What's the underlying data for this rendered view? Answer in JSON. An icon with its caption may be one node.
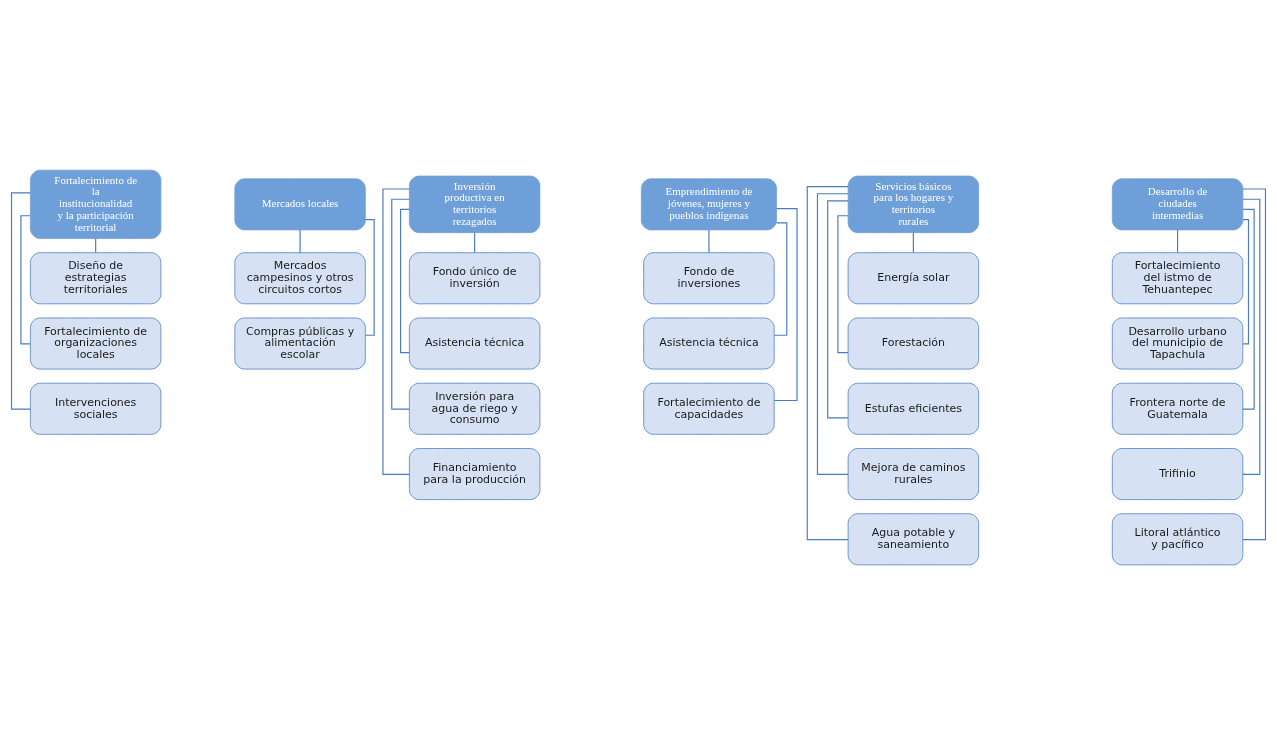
{
  "diagram": {
    "nodes": [
      {
        "text": [
          "Fortalecimiento de la institucionalidad y la participación territorial"
        ]
      },
      {
        "text": [
          "Diseño de estrategias territoriales"
        ]
      },
      {
        "text": [
          "Fortalecimiento de organizaciones locales"
        ]
      },
      {
        "text": [
          "Intervenciones sociales"
        ]
      },
      {
        "text": [
          "Mercados locales"
        ]
      },
      {
        "text": [
          "Mercados campesinos y otros circuitos cortos"
        ]
      },
      {
        "text": [
          "Compras públicas y alimentación escolar"
        ]
      },
      {
        "text": [
          "Inversión productiva en territorios rezagados"
        ]
      },
      {
        "text": [
          "Fondo único de inversión"
        ]
      },
      {
        "text": [
          "Asistencia técnica"
        ]
      },
      {
        "text": [
          "Inversión para agua de riego y consumo"
        ]
      },
      {
        "text": [
          "Financiamiento para la producción"
        ]
      },
      {
        "text": [
          "Emprendimiento de jóvenes, mujeres y pueblos indígenas"
        ]
      },
      {
        "text": [
          "Fondo de inversiones"
        ]
      },
      {
        "text": [
          "Asistencia técnica"
        ]
      },
      {
        "text": [
          "Fortalecimiento de capacidades"
        ]
      },
      {
        "text": [
          "Servicios básicos para los hogares y territorios rurales"
        ]
      },
      {
        "text": [
          "Energía solar"
        ]
      },
      {
        "text": [
          "Forestación"
        ]
      },
      {
        "text": [
          "Estufas eficientes"
        ]
      },
      {
        "text": [
          "Mejora de caminos rurales"
        ]
      },
      {
        "text": [
          "Agua potable y saneamiento"
        ]
      },
      {
        "text": [
          "Desarrollo de ciudades intermedias"
        ]
      },
      {
        "text": [
          "Fortalecimiento del istmo de Tehuantepec"
        ]
      },
      {
        "text": [
          "Desarrollo urbano del municipio de Tapachula"
        ]
      },
      {
        "text": [
          "Frontera norte de Guatemala"
        ]
      },
      {
        "text": [
          "Trifinio"
        ]
      },
      {
        "text": [
          "Litoral atlántico y pacífico"
        ]
      }
    ],
    "edges": [
      {
        "from": 0,
        "to": 1,
        "arrow": "none"
      },
      {
        "from": 0,
        "to": 2,
        "arrow": "none"
      },
      {
        "from": 0,
        "to": 3,
        "arrow": "none"
      },
      {
        "from": 4,
        "to": 5,
        "arrow": "none"
      },
      {
        "from": 4,
        "to": 6,
        "arrow": "none"
      },
      {
        "from": 7,
        "to": 8,
        "arrow": "none"
      },
      {
        "from": 7,
        "to": 9,
        "arrow": "none"
      },
      {
        "from": 7,
        "to": 10,
        "arrow": "none"
      },
      {
        "from": 7,
        "to": 11,
        "arrow": "none"
      },
      {
        "from": 12,
        "to": 13,
        "arrow": "none"
      },
      {
        "from": 12,
        "to": 14,
        "arrow": "none"
      },
      {
        "from": 12,
        "to": 15,
        "arrow": "none"
      },
      {
        "from": 16,
        "to": 17,
        "arrow": "none"
      },
      {
        "from": 16,
        "to": 18,
        "arrow": "none"
      },
      {
        "from": 16,
        "to": 19,
        "arrow": "none"
      },
      {
        "from": 16,
        "to": 20,
        "arrow": "none"
      },
      {
        "from": 16,
        "to": 21,
        "arrow": "none"
      },
      {
        "from": 22,
        "to": 23,
        "arrow": "none"
      },
      {
        "from": 22,
        "to": 24,
        "arrow": "none"
      },
      {
        "from": 22,
        "to": 25,
        "arrow": "none"
      },
      {
        "from": 22,
        "to": 26,
        "arrow": "none"
      },
      {
        "from": 22,
        "to": 27,
        "arrow": "none"
      }
    ]
  }
}
